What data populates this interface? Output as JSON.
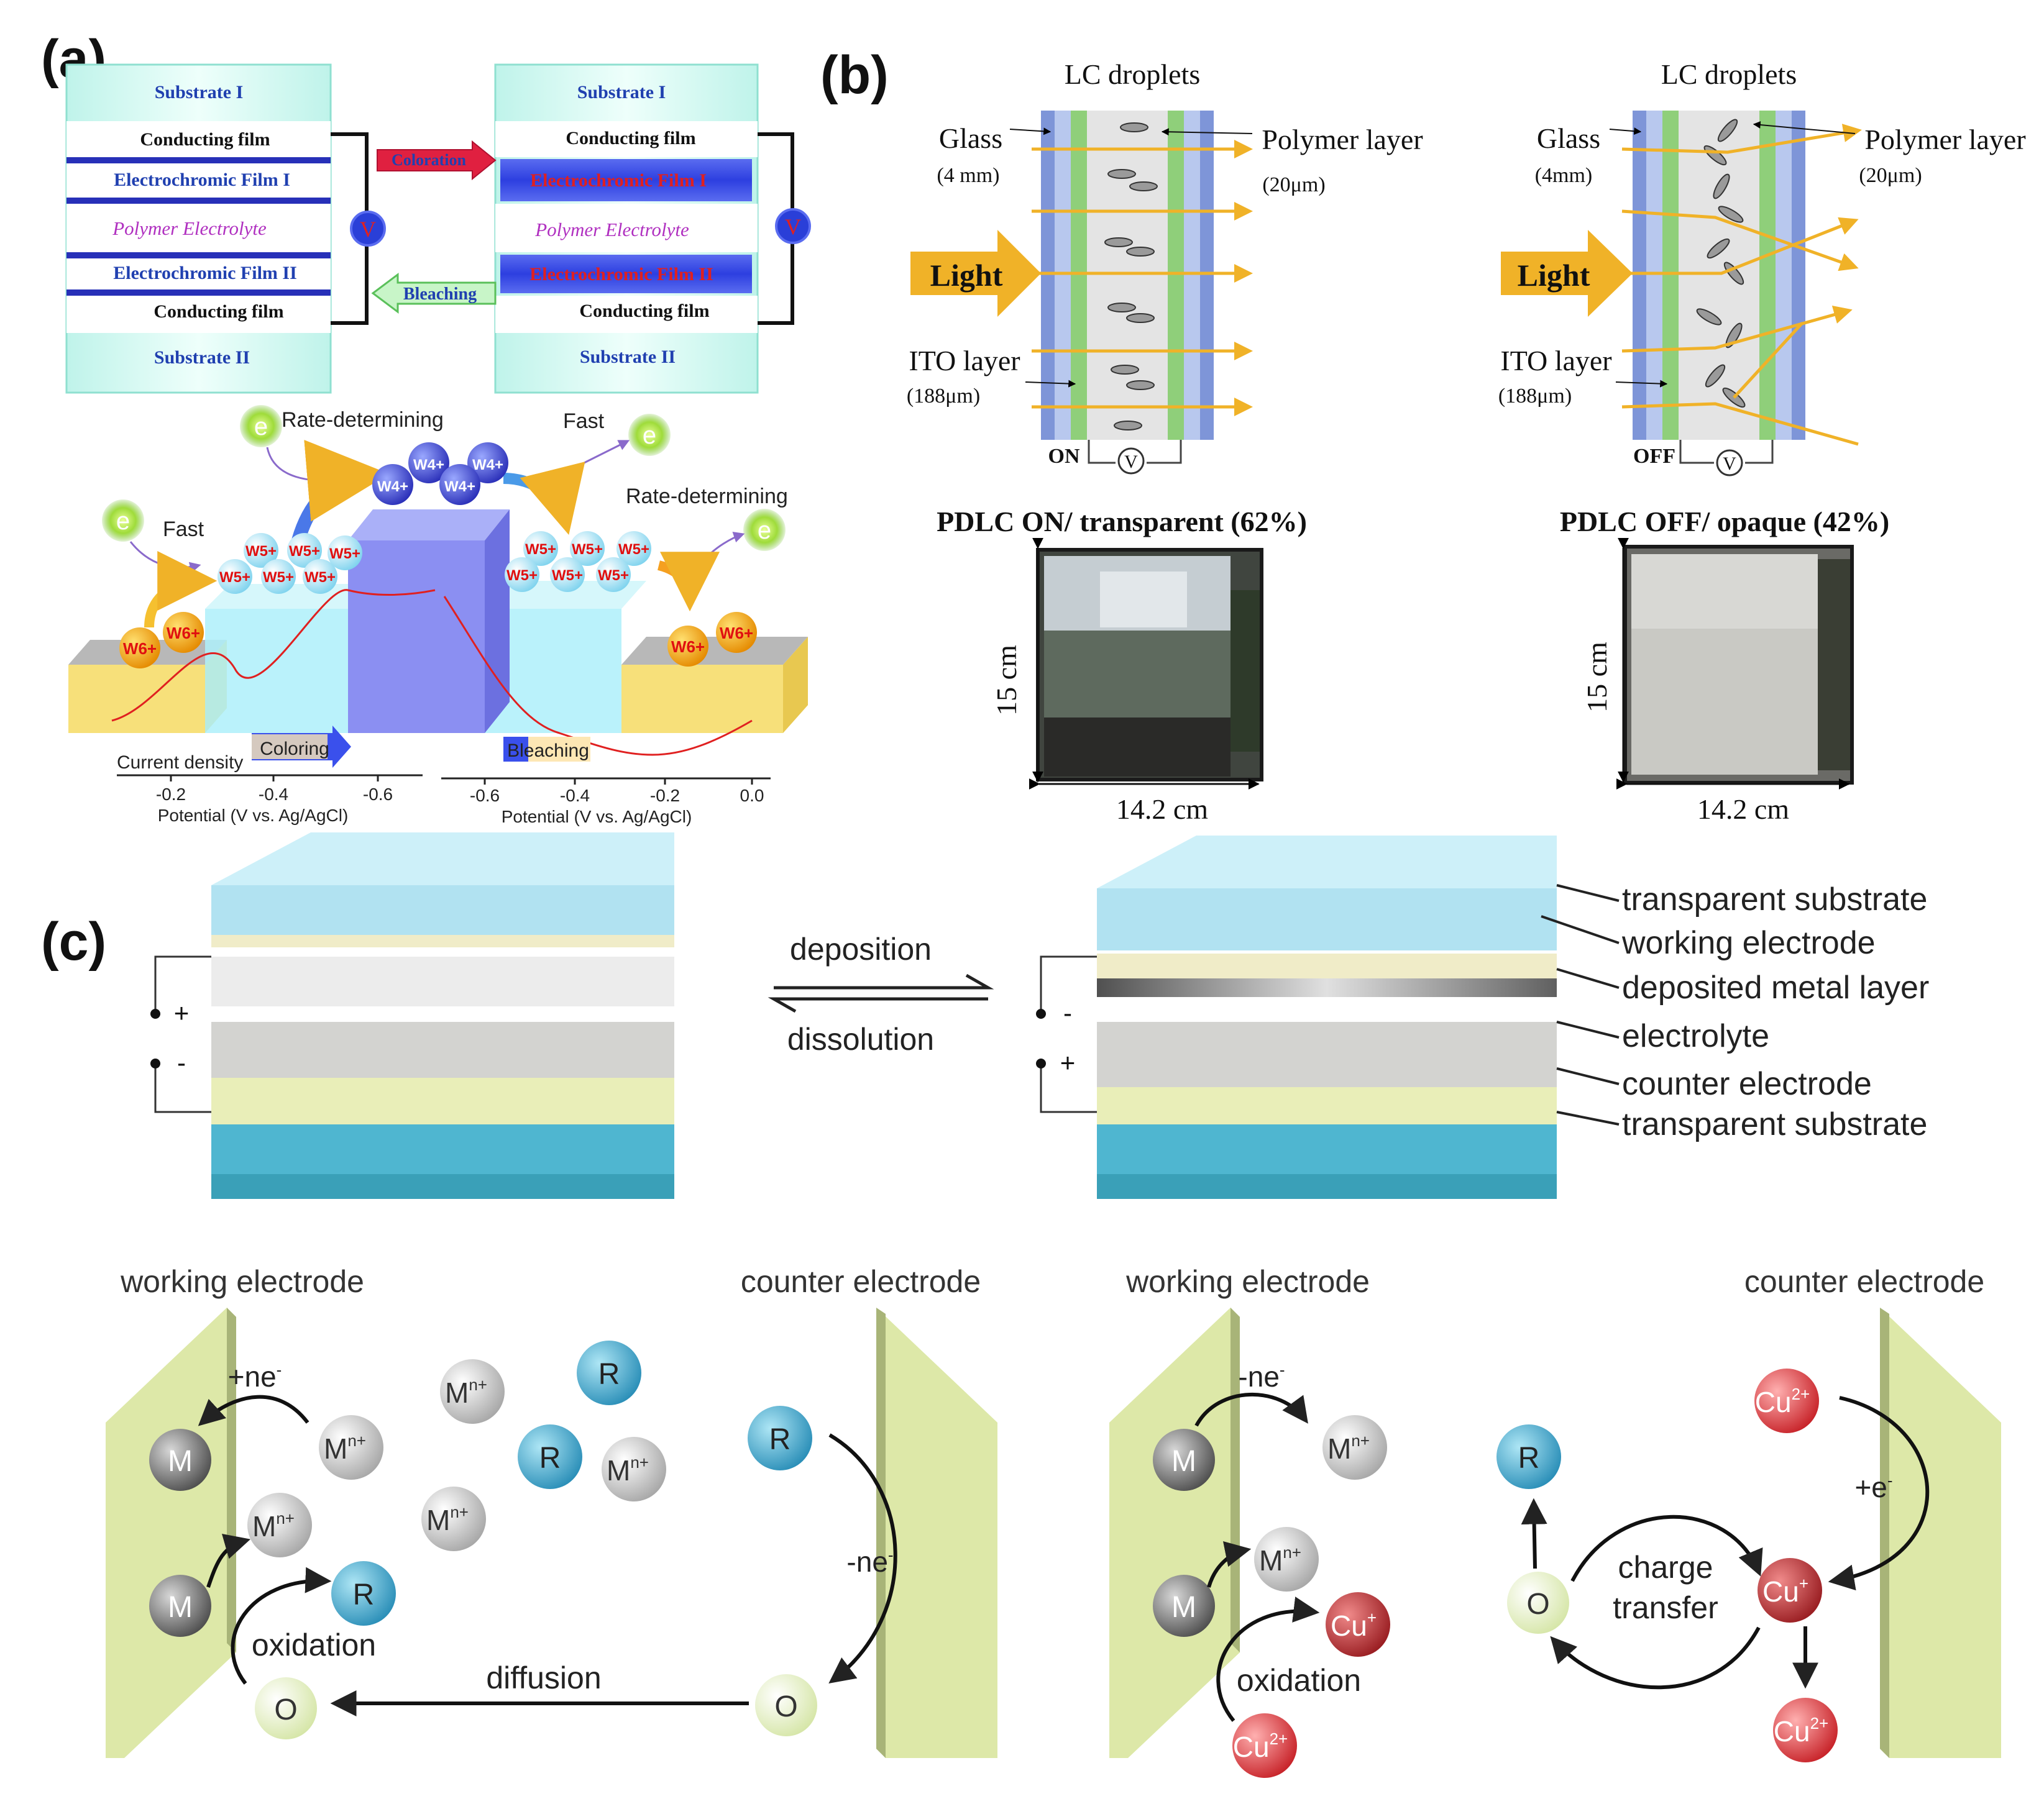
{
  "panel_labels": {
    "a": "(a)",
    "b": "(b)",
    "c": "(c)"
  },
  "panel_a": {
    "stack_left": [
      "Substrate I",
      "Conducting film",
      "Electrochromic Film I",
      "Polymer  Electrolyte",
      "Electrochromic Film II",
      "Conducting film",
      "Substrate II"
    ],
    "stack_right": [
      "Substrate I",
      "Conducting film",
      "Electrochromic Film I",
      "Polymer  Electrolyte",
      "Electrochromic Film II",
      "Conducting film",
      "Substrate II"
    ],
    "coloration_label": "Coloration",
    "bleaching_label": "Bleaching",
    "voltage_symbol": "V",
    "electron": "e",
    "ions": {
      "w4": "W4+",
      "w5": "W5+",
      "w6": "W6+"
    },
    "labels": {
      "rate_left": "Rate-determining",
      "fast_top": "Fast",
      "fast_left": "Fast",
      "rate_right": "Rate-determining",
      "current_density": "Current density",
      "coloring": "Coloring",
      "bleaching": "Bleaching"
    },
    "axis_left": {
      "ticks": [
        "-0.2",
        "-0.4",
        "-0.6"
      ],
      "title": "Potential (V vs. Ag/AgCl)"
    },
    "axis_right": {
      "ticks": [
        "-0.6",
        "-0.4",
        "-0.2",
        "0.0"
      ],
      "title": "Potential (V vs. Ag/AgCl)"
    }
  },
  "panel_b": {
    "on": {
      "lc_droplets": "LC droplets",
      "glass": "Glass",
      "glass_dim": "(4 mm)",
      "polymer": "Polymer layer",
      "polymer_dim": "(20μm)",
      "light": "Light",
      "ito": "ITO layer",
      "ito_dim": "(188μm)",
      "state": "ON",
      "v": "V",
      "caption": "PDLC ON/ transparent (62%)",
      "height": "15 cm",
      "width": "14.2 cm"
    },
    "off": {
      "lc_droplets": "LC droplets",
      "glass": "Glass",
      "glass_dim": "(4mm)",
      "polymer": "Polymer layer",
      "polymer_dim": "(20μm)",
      "light": "Light",
      "ito": "ITO layer",
      "ito_dim": "(188μm)",
      "state": "OFF",
      "v": "V",
      "caption": "PDLC OFF/ opaque (42%)",
      "height": "15 cm",
      "width": "14.2 cm"
    }
  },
  "panel_c": {
    "deposition": "deposition",
    "dissolution": "dissolution",
    "left_plus": "+",
    "left_minus": "-",
    "right_minus": "-",
    "right_plus": "+",
    "layer_labels": [
      "transparent substrate",
      "working electrode",
      "deposited metal layer",
      "electrolyte",
      "counter electrode",
      "transparent substrate"
    ],
    "mech_left": {
      "working": "working electrode",
      "counter": "counter electrode",
      "plus_ne": "+ne",
      "minus_ne": "-ne",
      "oxidation": "oxidation",
      "diffusion": "diffusion",
      "M": "M",
      "Mn": "M",
      "n_plus": "n+",
      "R": "R",
      "O": "O"
    },
    "mech_right": {
      "working": "working electrode",
      "counter": "counter electrode",
      "minus_ne": "-ne",
      "oxidation": "oxidation",
      "plus_e": "+e",
      "charge_transfer_1": "charge",
      "charge_transfer_2": "transfer",
      "M": "M",
      "Mn": "M",
      "n_plus": "n+",
      "R": "R",
      "O": "O",
      "Cu": "Cu",
      "cu_plus": "+",
      "cu_2plus": "2+"
    }
  }
}
